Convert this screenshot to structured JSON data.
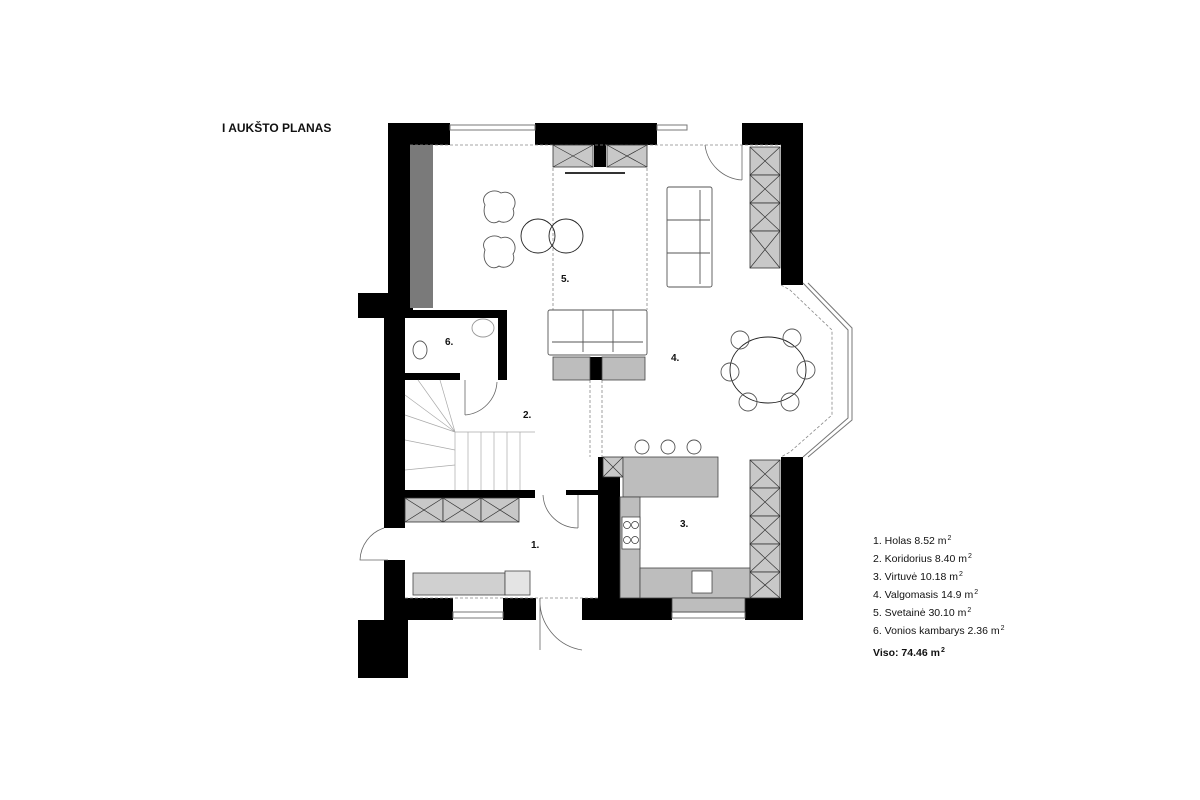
{
  "title": "I AUKŠTO PLANAS",
  "room_labels": [
    "1.",
    "2.",
    "3.",
    "4.",
    "5.",
    "6."
  ],
  "legend": [
    {
      "text": "1. Holas 8.52 m",
      "sup": "2"
    },
    {
      "text": "2. Koridorius 8.40 m",
      "sup": "2"
    },
    {
      "text": "3. Virtuvė 10.18 m",
      "sup": "2"
    },
    {
      "text": "4. Valgomasis 14.9 m",
      "sup": "2"
    },
    {
      "text": "5. Svetainė 30.10 m",
      "sup": "2"
    },
    {
      "text": "6. Vonios kambarys 2.36 m",
      "sup": "2"
    }
  ],
  "total": {
    "text": "Viso: 74.46 m",
    "sup": "2"
  },
  "colors": {
    "wall": "#000000",
    "cabinet": "#c8c8c8",
    "counter": "#bdbdbd",
    "dark_strip": "#7a7a7a"
  }
}
